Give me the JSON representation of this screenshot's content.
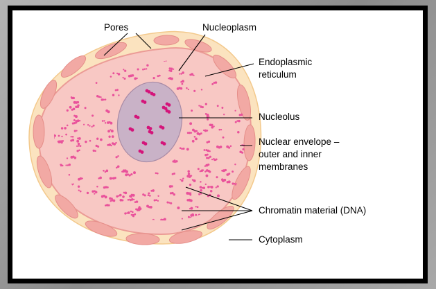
{
  "labels": {
    "pores": "Pores",
    "nucleoplasm": "Nucleoplasm",
    "endoplasmic_reticulum": [
      "Endoplasmic",
      "reticulum"
    ],
    "nucleolus": "Nucleolus",
    "nuclear_envelope": [
      "Nuclear envelope –",
      "outer and inner",
      "membranes"
    ],
    "chromatin": "Chromatin material (DNA)",
    "cytoplasm": "Cytoplasm"
  },
  "colors": {
    "cytoplasm": "#fbe3bf",
    "envelope": "#f2a9a4",
    "nucleoplasm": "#f8c8c4",
    "nucleolus": "#c9b2c7",
    "chromatin": "#e9529b",
    "nucleolus_chromatin": "#d4147a"
  }
}
